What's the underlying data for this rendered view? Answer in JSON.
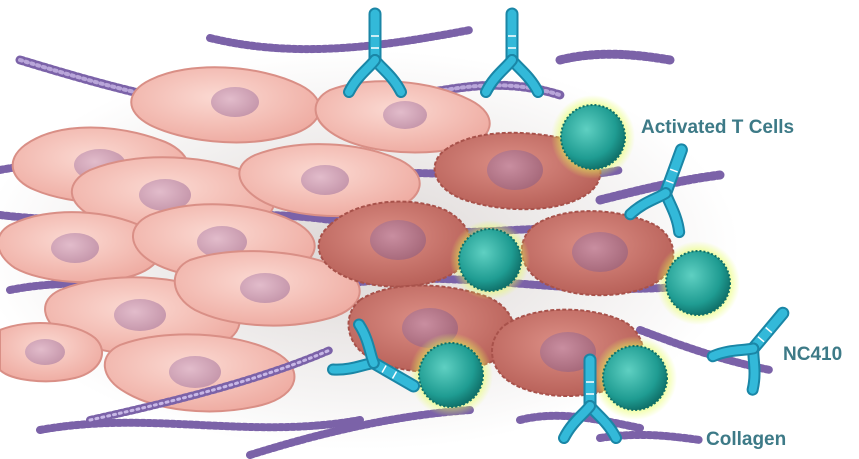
{
  "labels": {
    "activated_t_cells": "Activated T Cells",
    "nc410": "NC410",
    "collagen": "Collagen"
  },
  "colors": {
    "label_text": "#3d7a87",
    "normal_cell": "#f2b6ad",
    "normal_cell_edge": "#d98f86",
    "nucleus": "#cfa3b4",
    "tumor_cell": "#c9736a",
    "tumor_cell_edge": "#a8524b",
    "collagen_fiber": "#8d74b8",
    "collagen_fiber_light": "#b9a6d9",
    "t_cell": "#1f9c92",
    "t_cell_dark": "#0f6f68",
    "t_cell_glow": "#d8f25a",
    "antibody": "#33b9d9",
    "antibody_edge": "#1a86a6"
  },
  "icons": [
    "normal-cell",
    "tumor-cell",
    "collagen-fiber",
    "t-cell",
    "antibody-y"
  ]
}
